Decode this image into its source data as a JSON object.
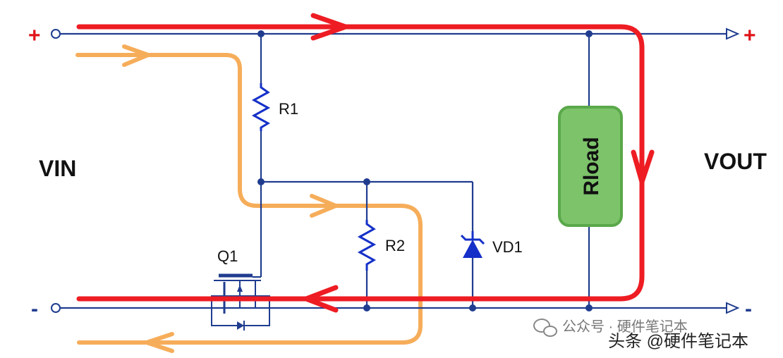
{
  "labels": {
    "vin": "VIN",
    "vout": "VOUT",
    "r1": "R1",
    "r2": "R2",
    "q1": "Q1",
    "vd1": "VD1",
    "rload": "Rload",
    "vin_plus": "+",
    "vin_minus": "-",
    "vout_plus": "+",
    "vout_minus": "-"
  },
  "watermark": {
    "account": "公众号 · 硬件笔记本",
    "platform": "头条 @硬件笔记本"
  },
  "colors": {
    "wire": "#1f3c8f",
    "main_current": "#ee1c23",
    "bias_current": "#f6ad5a",
    "rload_fill": "#7cc36a",
    "rload_border": "#5aa84a"
  }
}
